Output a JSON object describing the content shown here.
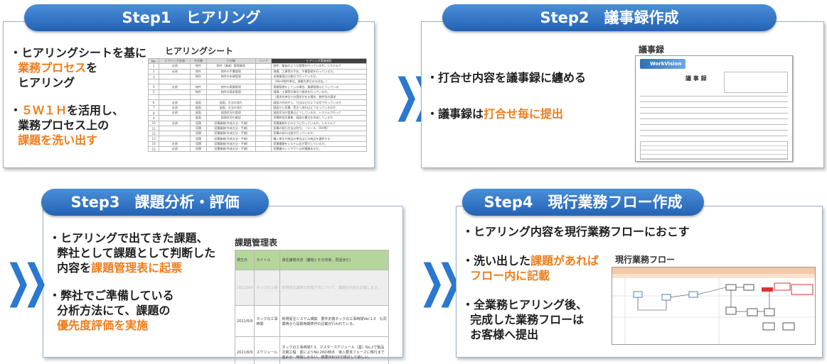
{
  "step1": {
    "title": "Step1　ヒアリング",
    "b1": [
      "・ヒアリングシートを基に",
      "業務プロセス",
      "を",
      "ヒアリング"
    ],
    "b2": [
      "・",
      "５Ｗ１Ｈ",
      "を活用し、",
      "業務プロセス上の",
      "課題を洗い出す"
    ],
    "doc_label": "ヒアリングシート",
    "headers": [
      "No.",
      "ヒアリング必須",
      "中分類",
      "小分類",
      "リンク",
      "ヒアリング実施項目"
    ],
    "rows": [
      [
        "1",
        "必須",
        "物件",
        "物件（業者）管理業務",
        "",
        "物件、業者のような管理を行っているか。システムで"
      ],
      [
        "2",
        "必須",
        "物件",
        "物件の手書管理",
        "",
        "現場、工事等の手芸、予書管理を行っているか。"
      ],
      [
        "3",
        "",
        "物件",
        "物件の未確管理",
        "",
        "未確業理は分業分で行っているか。"
      ],
      [
        "",
        "",
        "",
        "",
        "",
        "（Word物件単位、課業先単位のみ対応。）"
      ],
      [
        "4",
        "必須",
        "物件",
        "物件の実績管理",
        "",
        "実績管理をしている場合、業績管理はどうしている"
      ],
      [
        "5",
        "",
        "物件",
        "物件の請求管理",
        "",
        "現場、工事等の単位で請求を行っているか。"
      ],
      [
        "",
        "",
        "",
        "",
        "",
        "（請求先単位での請求がある場合、物件別の請求"
      ],
      [
        "6",
        "必須",
        "図面",
        "図面、方法の流れ",
        "",
        "図面の作成から、引当はどのような形で行っているか"
      ],
      [
        "7",
        "必須",
        "図面",
        "図面、方法の流れ",
        "",
        "図面から見積、受注へ流れはどうなっているのか"
      ],
      [
        "8",
        "必須",
        "図面",
        "図面状況の管理",
        "",
        "図面状況の管理はどうしているか。システムで行って"
      ],
      [
        "9",
        "",
        "図面",
        "図面状況の確認",
        "",
        "見積照会記事業、図面の書式を作成しているか"
      ],
      [
        "10",
        "必須",
        "見積",
        "見積業務(作成方法・手順)",
        "",
        "見積業務をどのように行っているか。システムで"
      ],
      [
        "11",
        "",
        "見積",
        "見積業務(作成方法・手順)",
        "",
        "見積の発行方法は何か。（メール、FAX等）"
      ],
      [
        "12",
        "",
        "見積",
        "見積業務(作成方法・手順)",
        "",
        "見積の発行は誰が行っているか。"
      ],
      [
        "13",
        "",
        "見積",
        "見積業務(作成方法・手順)",
        "",
        "購入単位や商品の単位はどの商品を選択する"
      ],
      [
        "14",
        "必須",
        "見積",
        "見積業務(作成方法・手順)",
        "",
        "見積書類をシステム化が実行しているか。"
      ],
      [
        "15",
        "必須",
        "見積",
        "見積業務(作成方法・手順)",
        "",
        "見積書のレイアウトは何種類あるか。"
      ]
    ]
  },
  "step2": {
    "title": "Step2　議事録作成",
    "b1": [
      "・打合せ内容を議事録に纏める"
    ],
    "b2": [
      "・議事録は",
      "打合せ毎に提出"
    ],
    "doc_label": "議事録",
    "doc_logo": "WorkVision",
    "doc_heading": "議 事 録"
  },
  "step3": {
    "title": "Step3　課題分析・評価",
    "b1": [
      "・ヒアリングで出てきた課題、",
      "弊社として課題として判断した",
      "内容を",
      "課題管理表に起票"
    ],
    "b2": [
      "・弊社でご準備している",
      "分析方法にて、課題の",
      "優先度評価を実施"
    ],
    "doc_label": "課題管理表",
    "headers": [
      "発生日",
      "タイトル",
      "責任課題内容（課題とその背景、原因含む）"
    ],
    "rows": [
      [
        "2021/6/9",
        "ネックの工事",
        "新規受注業務の管理方法について、課題の内容を記載します。"
      ],
      [
        "2021/6/9",
        "ネックの工事時間",
        "新規受注システム構築　要件定義ネックの工事時間Ver.1.0　も同業時から段取時期表作の記載が行われている。"
      ],
      [
        "2021/6/9",
        "スケジュール",
        "ネックの工事時間7.3、マスタースケジュール（案）No.2で製品　次期工程　案によりNo.28の時点　導入要求フェーズに移行まで進めか　時間しかない。概要日8/10で検討して欲しい。"
      ]
    ]
  },
  "step4": {
    "title": "Step4　現行業務フロー作成",
    "b1": [
      "・ヒアリング内容を現行業務フローにおこす"
    ],
    "b2": [
      "・洗い出した",
      "課題があれば",
      "フロー内に記載"
    ],
    "b3": [
      "・全業務ヒアリング後、",
      "完成した業務フローは",
      "お客様へ提出"
    ],
    "doc_label": "現行業務フロー"
  },
  "colors": {
    "accent": "#ee7d1c",
    "step_blue": "#2a6fc2",
    "chevron": "#2a78d0"
  }
}
